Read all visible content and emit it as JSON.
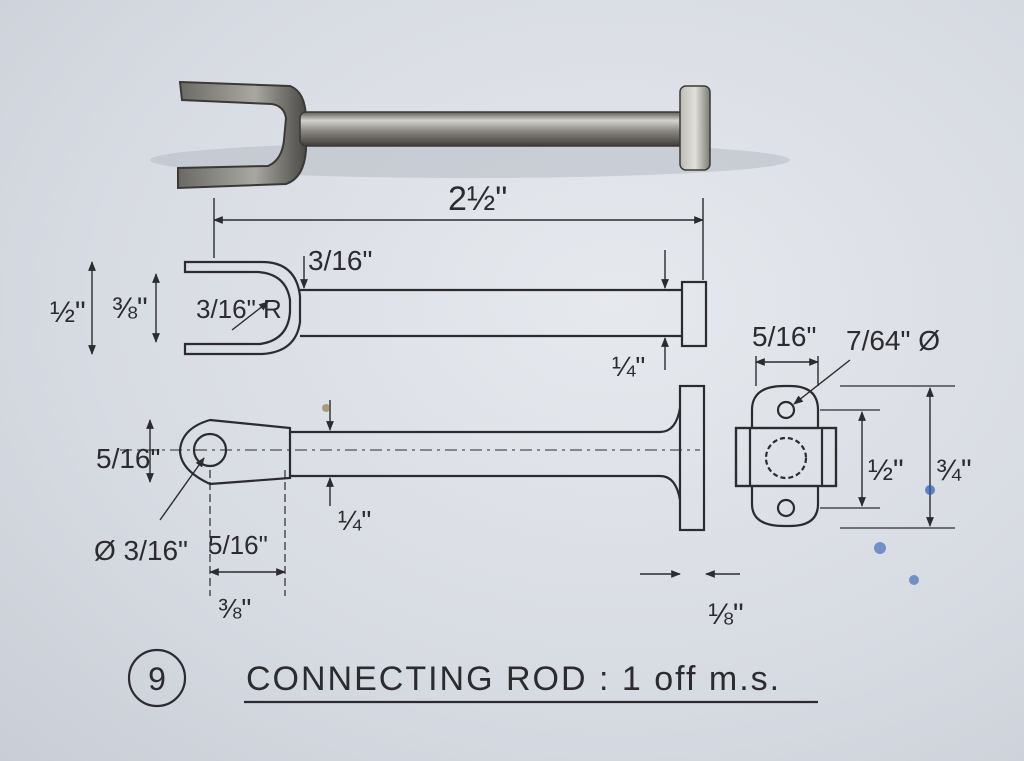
{
  "photo": {
    "object": "machined steel connecting rod with forked end"
  },
  "drawing": {
    "part_number": "9",
    "title": "CONNECTING ROD : 1 off m.s.",
    "dimensions": {
      "overall_length": "2½\"",
      "fork_height": "½\"",
      "fork_gap": "⅜\"",
      "inner_radius": "3/16\" R",
      "stem_neck": "3/16\"",
      "rod_dia_top": "¼\"",
      "eye_height": "5/16\"",
      "eye_hole": "Ø 3/16\"",
      "eye_offset": "5/16\"",
      "eye_length": "⅜\"",
      "rod_dia_side": "¼\"",
      "flange_thickness": "⅛\"",
      "end_width": "5/16\"",
      "end_hole": "7/64\" Ø",
      "hole_spacing": "½\"",
      "end_height": "¾\""
    }
  },
  "colors": {
    "paper": "#d9dde4",
    "ink": "#2b2b30",
    "steel_light": "#c9c7c2",
    "steel_dark": "#5e5c58"
  }
}
